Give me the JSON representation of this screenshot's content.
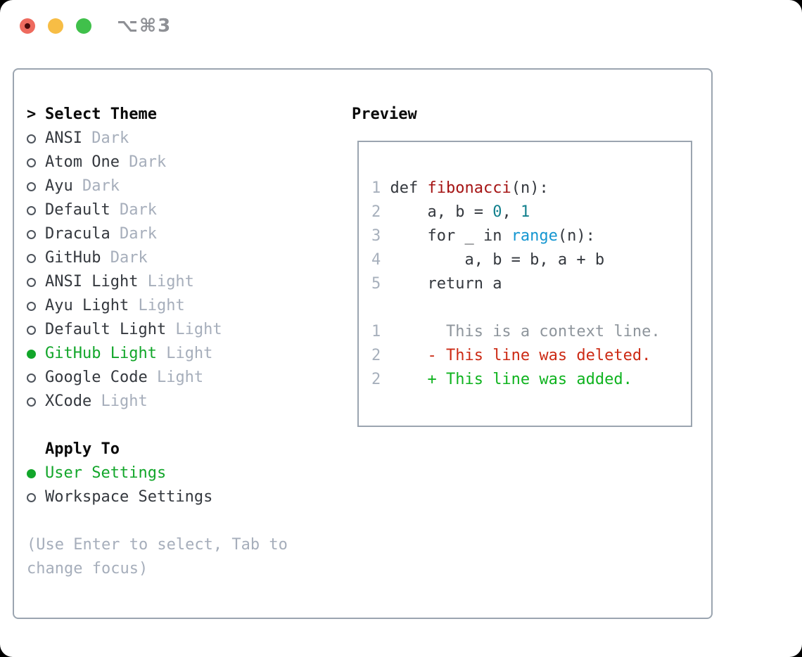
{
  "titlebar": {
    "shortcut": "⌥⌘3"
  },
  "colors": {
    "close_red": "#ee6a5e",
    "close_inner_dot": "#4a0a0a",
    "minimize_yellow": "#f7bd45",
    "zoom_green": "#40c04b",
    "accent_green": "#12a62a",
    "panel_border": "#9ba5b0",
    "item_text": "#34383e",
    "muted_gray": "#a6aebb",
    "syntax_function": "#a51414",
    "syntax_number": "#12808d",
    "syntax_builtin": "#1496d1",
    "diff_context": "#8e959c",
    "diff_deleted": "#cc2a14",
    "diff_added": "#0fb31f"
  },
  "theme_selector": {
    "marker": ">",
    "header": "Select Theme",
    "items": [
      {
        "label": "ANSI",
        "tag": "Dark",
        "selected": false
      },
      {
        "label": "Atom One",
        "tag": "Dark",
        "selected": false
      },
      {
        "label": "Ayu",
        "tag": "Dark",
        "selected": false
      },
      {
        "label": "Default",
        "tag": "Dark",
        "selected": false
      },
      {
        "label": "Dracula",
        "tag": "Dark",
        "selected": false
      },
      {
        "label": "GitHub",
        "tag": "Dark",
        "selected": false
      },
      {
        "label": "ANSI Light",
        "tag": "Light",
        "selected": false
      },
      {
        "label": "Ayu Light",
        "tag": "Light",
        "selected": false
      },
      {
        "label": "Default Light",
        "tag": "Light",
        "selected": false
      },
      {
        "label": "GitHub Light",
        "tag": "Light",
        "selected": true
      },
      {
        "label": "Google Code",
        "tag": "Light",
        "selected": false
      },
      {
        "label": "XCode",
        "tag": "Light",
        "selected": false
      }
    ]
  },
  "apply_to": {
    "header": "Apply To",
    "options": [
      {
        "label": "User Settings",
        "selected": true
      },
      {
        "label": "Workspace Settings",
        "selected": false
      }
    ]
  },
  "hint": {
    "line1": "(Use Enter to select, Tab to",
    "line2": "change focus)"
  },
  "preview": {
    "header": "Preview",
    "lines": [
      {
        "num": "1",
        "segments": [
          {
            "text": " def ",
            "style": "plain"
          },
          {
            "text": "fibonacci",
            "style": "function"
          },
          {
            "text": "(n):",
            "style": "plain"
          }
        ]
      },
      {
        "num": "2",
        "segments": [
          {
            "text": "     a, b = ",
            "style": "plain"
          },
          {
            "text": "0",
            "style": "number"
          },
          {
            "text": ", ",
            "style": "plain"
          },
          {
            "text": "1",
            "style": "number"
          }
        ]
      },
      {
        "num": "3",
        "segments": [
          {
            "text": "     for _ in ",
            "style": "plain"
          },
          {
            "text": "range",
            "style": "builtin"
          },
          {
            "text": "(n):",
            "style": "plain"
          }
        ]
      },
      {
        "num": "4",
        "segments": [
          {
            "text": "         a, b = b, a + b",
            "style": "plain"
          }
        ]
      },
      {
        "num": "5",
        "segments": [
          {
            "text": "     return a",
            "style": "plain"
          }
        ]
      },
      {
        "num": "",
        "segments": []
      },
      {
        "num": "1",
        "segments": [
          {
            "text": "       This is a context line.",
            "style": "context"
          }
        ]
      },
      {
        "num": "2",
        "segments": [
          {
            "text": "     - This line was deleted.",
            "style": "deleted"
          }
        ]
      },
      {
        "num": "2",
        "segments": [
          {
            "text": "     + This line was added.",
            "style": "added"
          }
        ]
      }
    ]
  }
}
